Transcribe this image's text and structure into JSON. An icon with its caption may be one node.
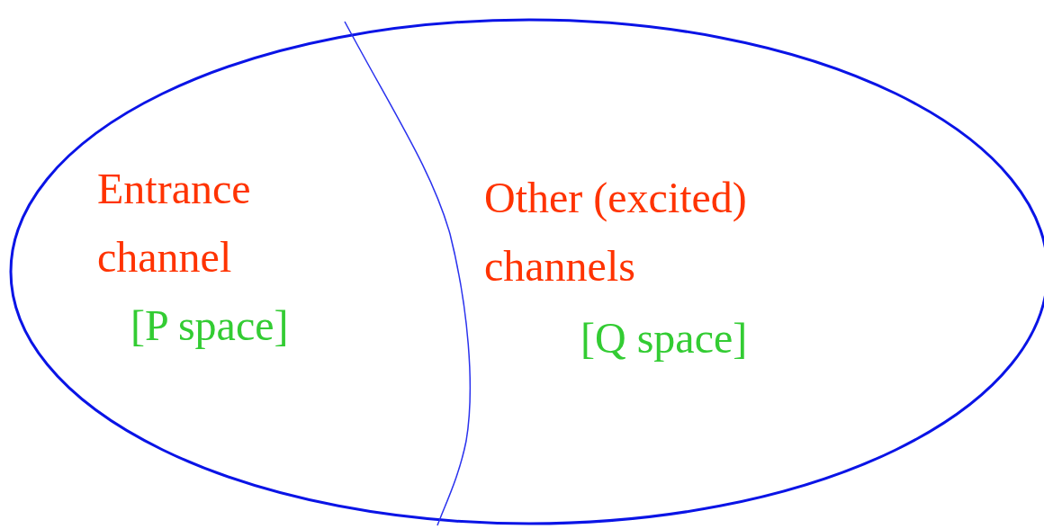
{
  "diagram": {
    "nodes": [
      {
        "text": [],
        "shape": "circle"
      },
      {
        "text": [
          "Entrance channel",
          "[P space]"
        ],
        "in": 0
      },
      {
        "text": [
          "Other (excited) channels",
          "[Q space]"
        ],
        "in": 0
      }
    ]
  }
}
